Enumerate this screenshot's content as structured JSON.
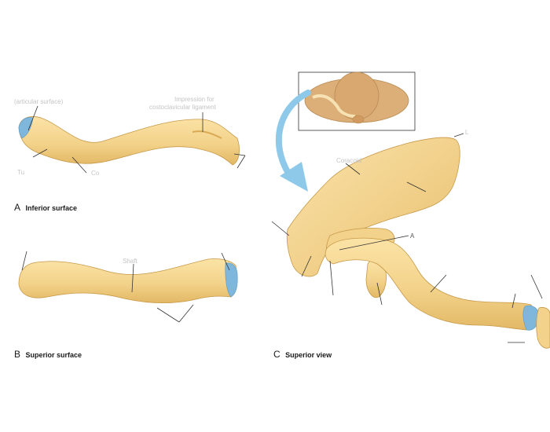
{
  "panels": {
    "a": {
      "letter": "A",
      "title": "Inferior surface"
    },
    "b": {
      "letter": "B",
      "title": "Superior surface"
    },
    "c": {
      "letter": "C",
      "title": "Superior view"
    }
  },
  "faint_labels": {
    "a_top_left": "(articular surface)",
    "a_top_right": "Impression for",
    "a_top_right2": "costoclavicular ligament",
    "a_bottom_left": "Tu",
    "a_bottom_mid": "Co",
    "b_shaft": "Shaft",
    "c_top_right": "L",
    "c_upper": "Coracoid",
    "c_a_marker": "A"
  },
  "colors": {
    "bone": "#f3d38b",
    "bone_shade": "#e3b761",
    "articular": "#7fb7dc",
    "skull": "#dcae78",
    "arrow": "#8fc9ea",
    "leader": "#333333"
  }
}
